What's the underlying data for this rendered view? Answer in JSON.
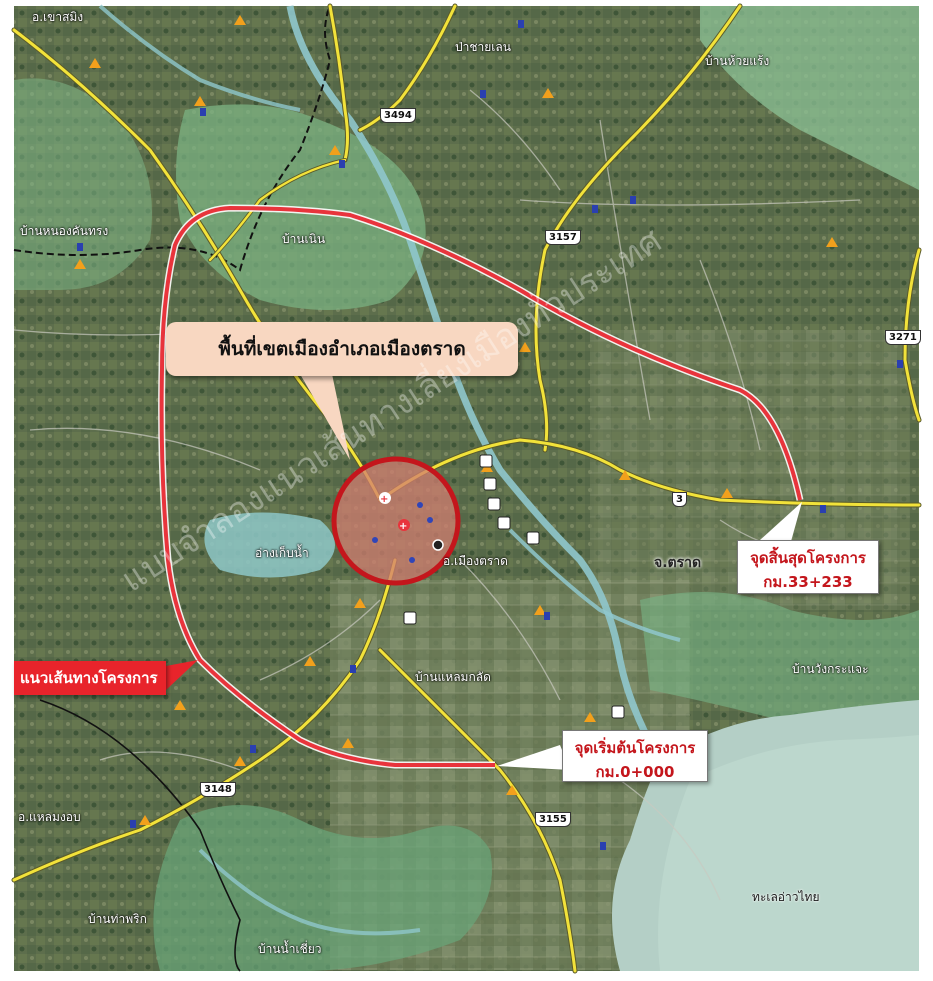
{
  "callouts": {
    "urban_area": "พื้นที่เขตเมืองอำเภอเมืองตราด",
    "route": "แนวเส้นทางโครงการ",
    "start": {
      "line1": "จุดเริ่มต้นโครงการ",
      "line2": "กม.0+000"
    },
    "end": {
      "line1": "จุดสิ้นสุดโครงการ",
      "line2": "กม.33+233"
    }
  },
  "route_shields": [
    "3494",
    "3157",
    "3271",
    "3",
    "3148",
    "3155"
  ],
  "places": {
    "khao_saming": "อ.เขาสมิง",
    "laem_ngop": "อ.แหลมงอบ",
    "mueang_trat": "อ.เมืองตราด",
    "changwat_trat": "จ.ตราด",
    "ban_mai": "บ้านเนิน",
    "ban_nong": "บ้านหนองคันทรง",
    "ban_huai": "บ้านห้วยแร้ง",
    "ban_nam": "บ้านน้ำเชี่ยว",
    "ban_tha": "บ้านท่าพริก",
    "ban_kaeng": "บ้านแหลมกลัด",
    "ban_chong": "บ้านวังกระแจะ",
    "forest": "ป่าชายเลน",
    "sea": "ทะเลอ่าวไทย",
    "reservoir": "อ่างเก็บน้ำ"
  },
  "watermark": "แบบจำลองแนวเส้นทางเลี่ยงเมืองทั่วประเทศ",
  "colors": {
    "route_line": "#e8343c",
    "highway": "#f2e23a",
    "river": "#8fc7cc",
    "green_zone": "#7fb989",
    "urban_circle": "#c4161c",
    "urban_fill": "#d27e70"
  }
}
